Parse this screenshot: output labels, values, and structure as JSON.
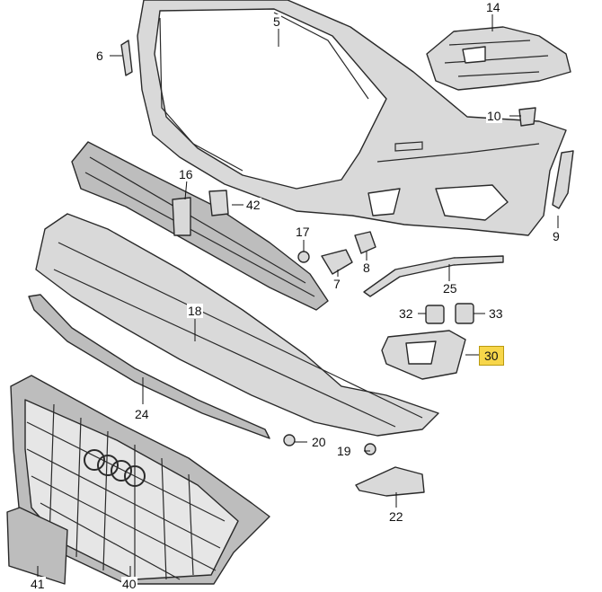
{
  "labels": {
    "p5": "5",
    "p14": "14",
    "p6": "6",
    "p10": "10",
    "p16": "16",
    "p42": "42",
    "p17": "17",
    "p8": "8",
    "p7": "7",
    "p9": "9",
    "p25": "25",
    "p18": "18",
    "p32": "32",
    "p33": "33",
    "p30": "30",
    "p24": "24",
    "p20": "20",
    "p19": "19",
    "p22": "22",
    "p41": "41",
    "p40": "40"
  },
  "colors": {
    "highlight": "#f7d64a",
    "part_fill": "#d9d9d9",
    "outline": "#2a2a2a"
  },
  "icons": {
    "brand": "audi-rings-icon"
  }
}
